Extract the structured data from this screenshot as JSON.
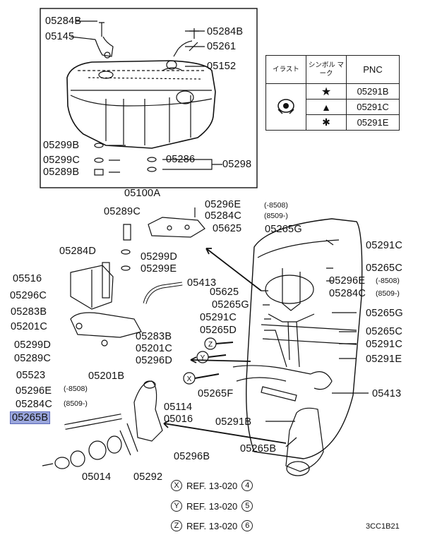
{
  "labels": {
    "p05284b_top": "05284B",
    "p05145": "05145",
    "p05284b_right": "05284B",
    "p05261": "05261",
    "p05152": "05152",
    "p05299b": "05299B",
    "p05299c": "05299C",
    "p05289b": "05289B",
    "p05286": "05286",
    "p05298": "05298",
    "p05100a": "05100A",
    "p05289c": "05289C",
    "p05296e_mid": "05296E",
    "p05284c_mid": "05284C",
    "p05625_mid": "05625",
    "p05284d": "05284D",
    "p05299d": "05299D",
    "p05299e": "05299E",
    "p05516": "05516",
    "p05413_mid": "05413",
    "p05296c": "05296C",
    "p05283b_left": "05283B",
    "p05201c_left": "05201C",
    "p05283b_mid": "05283B",
    "p05201c_mid": "05201C",
    "p05299d_low": "05299D",
    "p05289c_low": "05289C",
    "p05296d": "05296D",
    "p05523": "05523",
    "p05201b": "05201B",
    "p05296e_low": "05296E",
    "p05284c_low": "05284C",
    "p05265b_left": "05265B",
    "p05114": "05114",
    "p05016": "05016",
    "p05296b": "05296B",
    "p05014": "05014",
    "p05292": "05292",
    "p05265g_top": "05265G",
    "p05291c_top": "05291C",
    "p05265c_top": "05265C",
    "p05296e_right": "05296E",
    "p05284c_right": "05284C",
    "p05625_right": "05625",
    "p05265g_left": "05265G",
    "p05291c_left": "05291C",
    "p05265g_right": "05265G",
    "p05265d": "05265D",
    "p05265c_right": "05265C",
    "p05291c_right": "05291C",
    "p05291e_right": "05291E",
    "p05265f": "05265F",
    "p05413_right": "05413",
    "p05291b": "05291B",
    "p05265b_bottom": "05265B"
  },
  "date_notes": {
    "mid_a": "(-8508)",
    "mid_b": "(8509-)",
    "low_a": "(-8508)",
    "low_b": "(8509-)",
    "right_a": "(-8508)",
    "right_b": "(8509-)"
  },
  "callout_letters": {
    "x": "X",
    "y": "Y",
    "z": "Z"
  },
  "pnc_table": {
    "header": {
      "illust": "イラスト",
      "symbol": "シンボル マーク",
      "pnc": "PNC"
    },
    "rows": [
      {
        "symbol": "★",
        "pnc": "05291B"
      },
      {
        "symbol": "▲",
        "pnc": "05291C"
      },
      {
        "symbol": "✱",
        "pnc": "05291E"
      }
    ]
  },
  "refs": [
    {
      "letter": "X",
      "text": "REF. 13-020",
      "num": "4"
    },
    {
      "letter": "Y",
      "text": "REF. 13-020",
      "num": "5"
    },
    {
      "letter": "Z",
      "text": "REF. 13-020",
      "num": "6"
    }
  ],
  "footer_code": "3CC1B21",
  "highlight_color": "#9aa6dc"
}
